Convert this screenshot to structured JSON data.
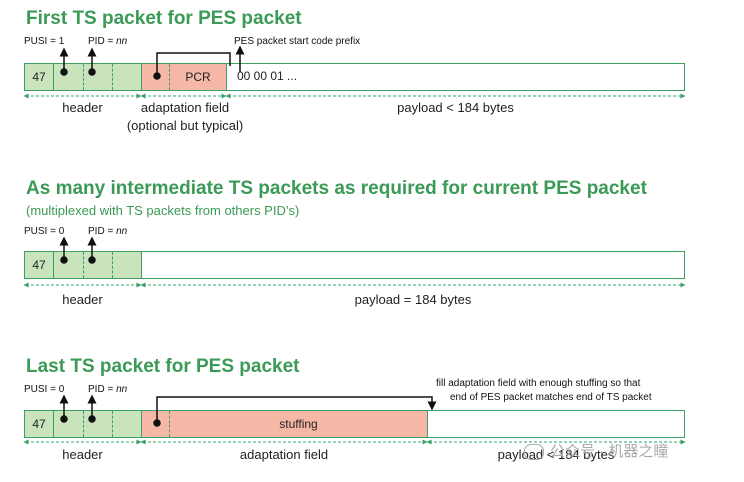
{
  "sections": {
    "first": {
      "title": "First TS packet for PES packet",
      "pusi_label": "PUSI = 1",
      "pid_label_prefix": "PID = ",
      "pid_value": "nn",
      "start_code_note": "PES packet start code prefix",
      "sync_byte": "47",
      "pcr_label": "PCR",
      "payload_start": "00 00 01 ...",
      "header_label": "header",
      "adaptation_label": "adaptation field",
      "adaptation_sublabel": "(optional but typical)",
      "payload_label": "payload < 184 bytes"
    },
    "intermediate": {
      "title": "As many intermediate TS packets as required for current PES packet",
      "subtitle": "(multiplexed with TS packets from others PID’s)",
      "pusi_label": "PUSI = 0",
      "pid_label_prefix": "PID = ",
      "pid_value": "nn",
      "sync_byte": "47",
      "header_label": "header",
      "payload_label": "payload = 184 bytes"
    },
    "last": {
      "title": "Last TS packet for PES packet",
      "pusi_label": "PUSI = 0",
      "pid_label_prefix": "PID = ",
      "pid_value": "nn",
      "stuffing_note_line1": "fill adaptation field with enough stuffing so that",
      "stuffing_note_line2": "end of PES packet matches end of TS packet",
      "sync_byte": "47",
      "stuffing_label": "stuffing",
      "header_label": "header",
      "adaptation_label": "adaptation field",
      "payload_label": "payload < 184 bytes"
    }
  },
  "watermark": "公众号 · 机器之瞳",
  "colors": {
    "title_green": "#3a9a56",
    "border_green": "#3aa066",
    "header_fill": "#c9e3bd",
    "adaptation_fill": "#f6b8a6"
  }
}
